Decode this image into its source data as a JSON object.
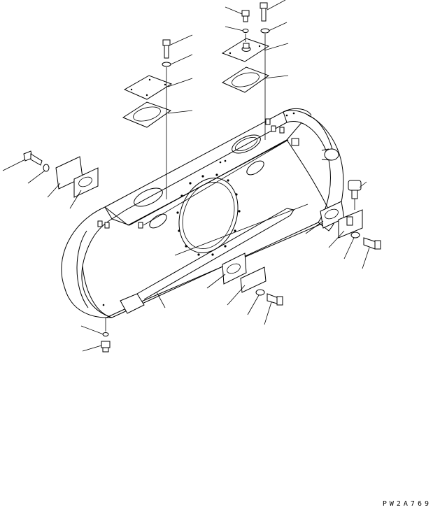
{
  "diagram": {
    "reference_code": "PW2A769",
    "line_color": "#000000",
    "background_color": "#ffffff",
    "parts": [
      {
        "id": "frame",
        "icon": "track-frame-housing"
      },
      {
        "id": "bolt-top-left",
        "icon": "hex-bolt-icon"
      },
      {
        "id": "washer-top-left",
        "icon": "washer-icon"
      },
      {
        "id": "cover-plate-left",
        "icon": "cover-plate-icon"
      },
      {
        "id": "gasket-left",
        "icon": "gasket-icon"
      },
      {
        "id": "bolt-top-right-a",
        "icon": "hex-bolt-icon"
      },
      {
        "id": "bolt-top-right-b",
        "icon": "hex-bolt-icon"
      },
      {
        "id": "washer-top-right",
        "icon": "washer-icon"
      },
      {
        "id": "cover-plate-right",
        "icon": "cover-plate-icon"
      },
      {
        "id": "gasket-right",
        "icon": "gasket-icon"
      },
      {
        "id": "bolt-side-left",
        "icon": "hex-bolt-icon"
      },
      {
        "id": "plate-side-left",
        "icon": "side-plate-icon"
      },
      {
        "id": "grease-fitting",
        "icon": "grease-fitting-icon"
      },
      {
        "id": "plate-side-right",
        "icon": "side-plate-icon"
      },
      {
        "id": "bolt-side-right",
        "icon": "hex-bolt-icon"
      },
      {
        "id": "plate-front",
        "icon": "side-plate-icon"
      },
      {
        "id": "bolt-front",
        "icon": "hex-bolt-icon"
      },
      {
        "id": "guard-bar",
        "icon": "guard-bar-icon"
      },
      {
        "id": "drain-plug",
        "icon": "drain-plug-icon"
      }
    ]
  }
}
